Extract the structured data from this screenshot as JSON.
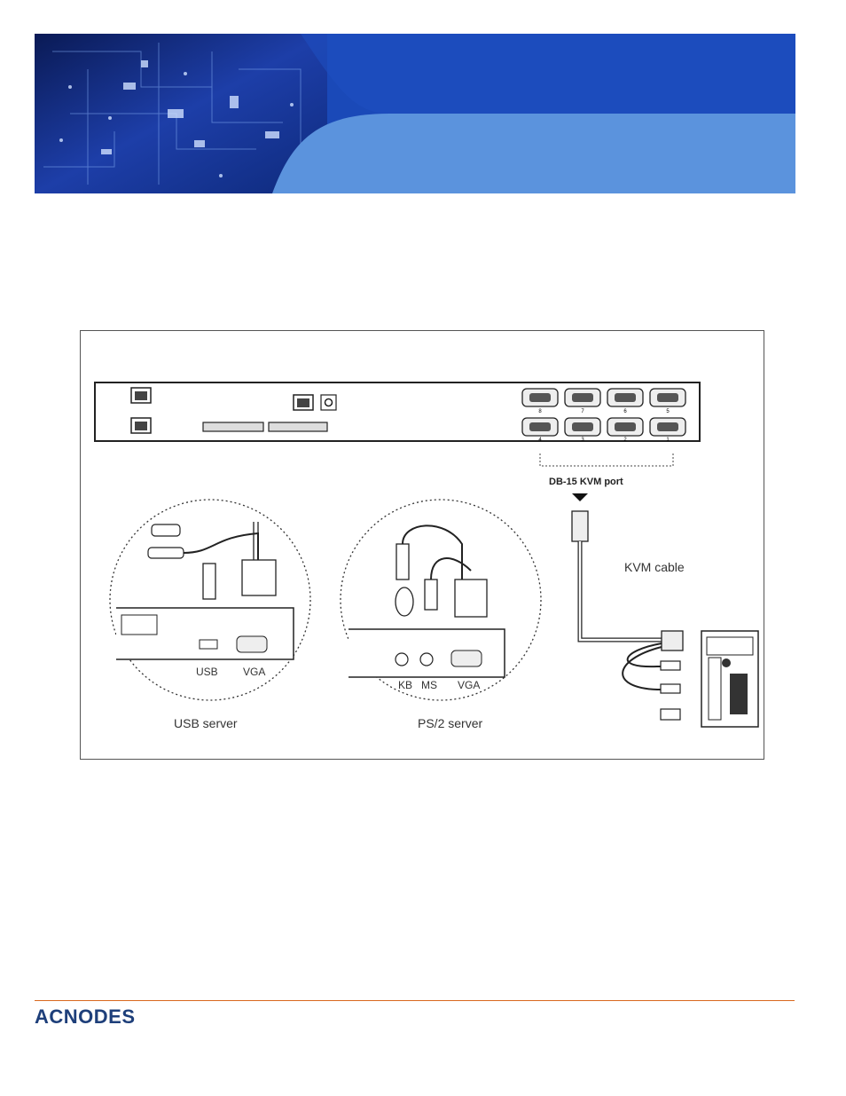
{
  "banner": {
    "colors": {
      "dark": "#0b1d6e",
      "mid": "#2f5fc4",
      "light": "#5b93dd"
    }
  },
  "figure": {
    "labels": {
      "kvm_port": "DB-15 KVM port",
      "kvm_cable": "KVM cable",
      "usb_port": "USB",
      "vga_port_usb": "VGA",
      "kb_port": "KB",
      "ms_port": "MS",
      "vga_port_ps2": "VGA",
      "usb_server": "USB server",
      "ps2_server": "PS/2 server"
    },
    "port_numbers_top": [
      "8",
      "7",
      "6",
      "5"
    ],
    "port_numbers_bottom": [
      "4",
      "3",
      "2",
      "1"
    ]
  },
  "footer": {
    "logo": "ACNODES",
    "rule_color": "#d9691f"
  }
}
